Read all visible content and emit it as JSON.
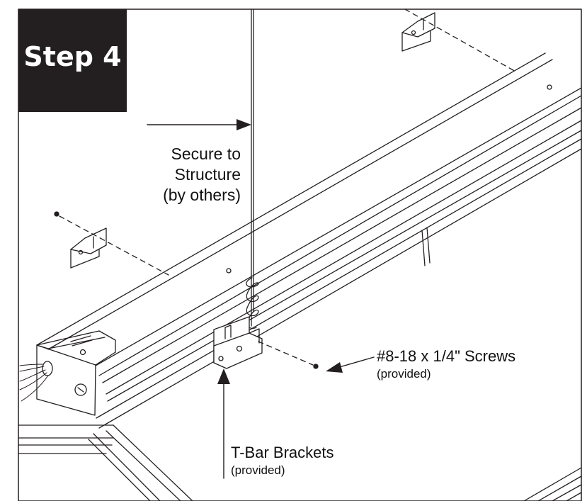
{
  "step": {
    "label": "Step 4"
  },
  "callouts": {
    "secure": {
      "line1": "Secure to",
      "line2": "Structure",
      "line3": "(by others)"
    },
    "screws": {
      "title": "#8-18 x 1/4\" Screws",
      "note": "(provided)"
    },
    "brackets": {
      "title": "T-Bar Brackets",
      "note": "(provided)"
    }
  },
  "colors": {
    "line": "#231f20",
    "step_bg": "#231f20",
    "step_text": "#ffffff"
  }
}
